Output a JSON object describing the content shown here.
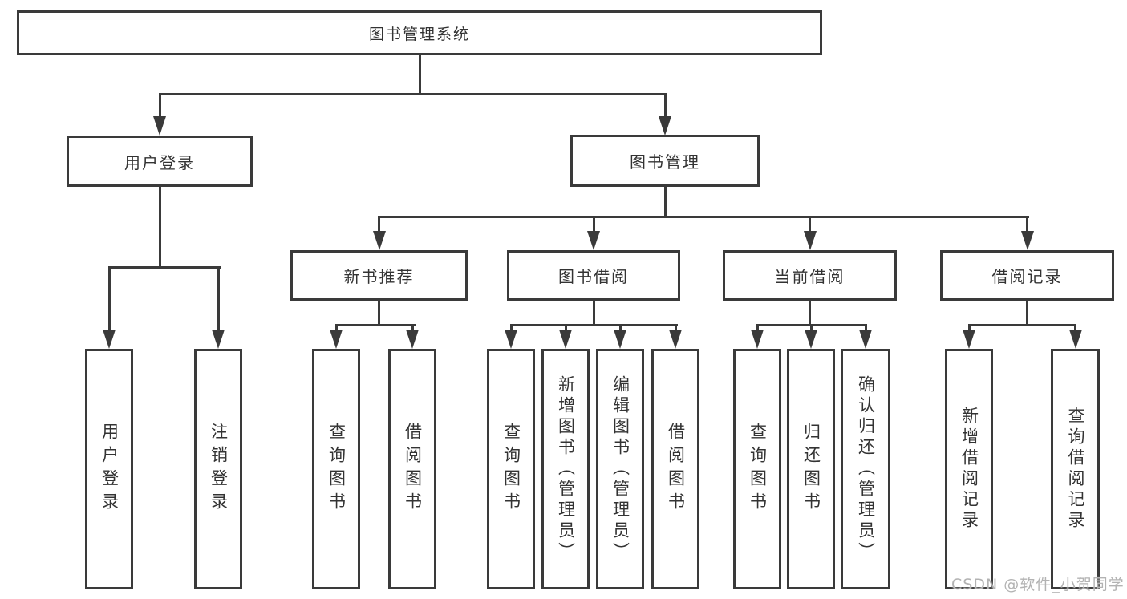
{
  "diagram": {
    "title": "图书管理系统",
    "root": {
      "label": "图书管理系统"
    },
    "level2": [
      {
        "label": "用户登录",
        "parent": "图书管理系统"
      },
      {
        "label": "图书管理",
        "parent": "图书管理系统"
      }
    ],
    "level3": [
      {
        "label": "新书推荐",
        "parent": "图书管理"
      },
      {
        "label": "图书借阅",
        "parent": "图书管理"
      },
      {
        "label": "当前借阅",
        "parent": "图书管理"
      },
      {
        "label": "借阅记录",
        "parent": "图书管理"
      }
    ],
    "leaves": [
      {
        "label": "用户登录",
        "parent": "用户登录"
      },
      {
        "label": "注销登录",
        "parent": "用户登录"
      },
      {
        "label": "查询图书",
        "parent": "新书推荐"
      },
      {
        "label": "借阅图书",
        "parent": "新书推荐"
      },
      {
        "label": "查询图书",
        "parent": "图书借阅"
      },
      {
        "label": "新增图书（管理员）",
        "parent": "图书借阅"
      },
      {
        "label": "编辑图书（管理员）",
        "parent": "图书借阅"
      },
      {
        "label": "借阅图书",
        "parent": "图书借阅"
      },
      {
        "label": "查询图书",
        "parent": "当前借阅"
      },
      {
        "label": "归还图书",
        "parent": "当前借阅"
      },
      {
        "label": "确认归还（管理员）",
        "parent": "当前借阅"
      },
      {
        "label": "新增借阅记录",
        "parent": "借阅记录"
      },
      {
        "label": "查询借阅记录",
        "parent": "借阅记录"
      }
    ],
    "colors": {
      "border": "#3a3a3a",
      "line": "#3a3a3a",
      "text": "#333333",
      "background": "#ffffff",
      "watermark": "#b3b3b3"
    }
  },
  "watermark": {
    "text": "CSDN @软件_小贺同学"
  }
}
